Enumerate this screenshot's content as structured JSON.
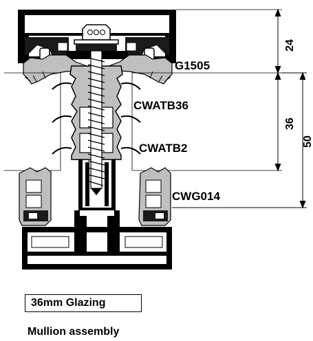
{
  "labels": {
    "g1505": "G1505",
    "cwatb36": "CWATB36",
    "cwatb2": "CWATB2",
    "cwg014": "CWG014"
  },
  "dimensions": {
    "top": "24",
    "middle": "36",
    "overall": "50"
  },
  "caption": {
    "glazing": "36mm Glazing",
    "assembly": "Mullion assembly"
  },
  "colors": {
    "line": "#000000",
    "grey_profile": "#bfbfbf",
    "dark_gasket": "#1a1a1a"
  }
}
